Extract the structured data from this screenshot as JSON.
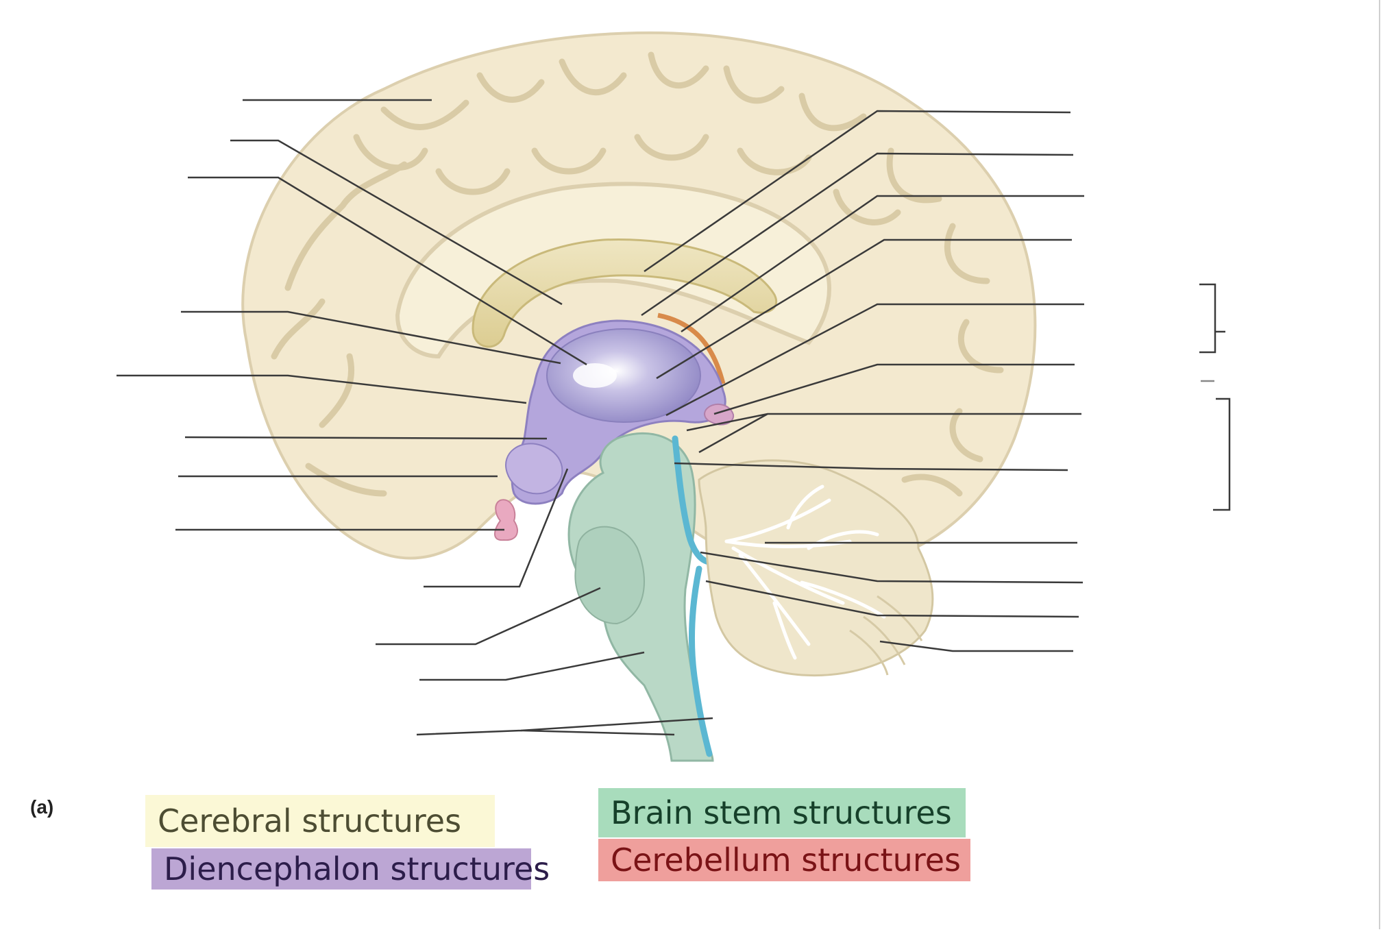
{
  "panel_label": "(a)",
  "legend": {
    "cerebral": {
      "label": "Cerebral structures",
      "bg": "#fbf8d6",
      "fg": "#4d4d33"
    },
    "diencephalon": {
      "label": "Diencephalon structures",
      "bg": "#bca6d4",
      "fg": "#2c1d4a"
    },
    "brainstem": {
      "label": "Brain stem structures",
      "bg": "#a8dcbc",
      "fg": "#16402a"
    },
    "cerebellum": {
      "label": "Cerebellum structures",
      "bg": "#ef9f9c",
      "fg": "#7a1316"
    }
  },
  "colors": {
    "cerebrum": "#f3e9cf",
    "gyri_shadow": "#dccfae",
    "corpus_callosum": "#e8dba8",
    "diencephalon": "#b4a6dc",
    "brainstem": "#b9d8c6",
    "ventricle": "#5bb7d2",
    "cerebellum": "#efe6cb",
    "pineal": "#d7a6c9",
    "leader_line": "#3a3a3a"
  }
}
